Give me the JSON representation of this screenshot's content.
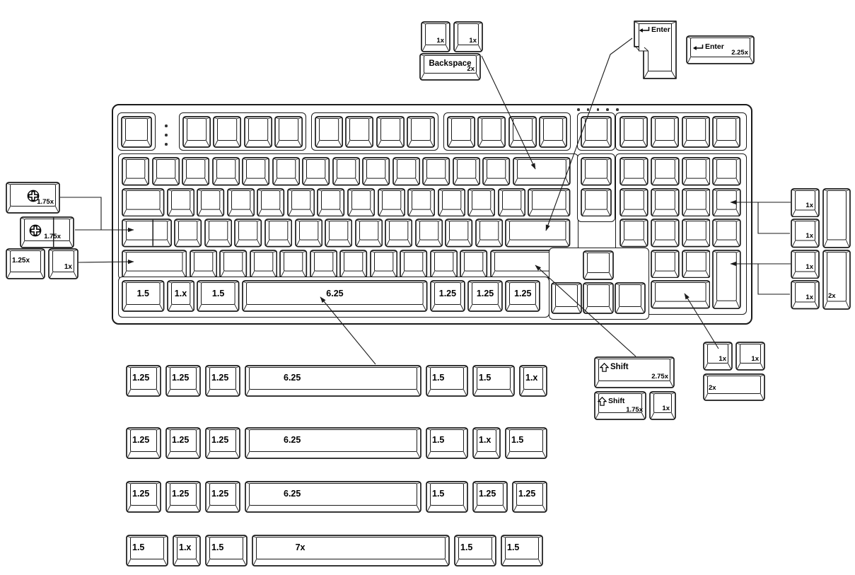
{
  "diagram": {
    "background": "#ffffff",
    "line_color": "#1a1a1a",
    "key_fill": "#ffffff"
  },
  "keyboard": {
    "bottom_row": [
      "1.5",
      "1.x",
      "1.5",
      "6.25",
      "1.25",
      "1.25",
      "1.25"
    ]
  },
  "callouts": {
    "split_backspace": {
      "left_key": "1x",
      "right_key": "1x",
      "main_label": "Backspace",
      "size": "2x"
    },
    "iso_enter": {
      "label": "Enter"
    },
    "wide_enter": {
      "label": "Enter",
      "size": "2.25x"
    },
    "caps_no_step": {
      "size": "1.75x"
    },
    "caps_stepped": {
      "size": "1.75x"
    },
    "left_mods": {
      "left_key": "1.25x",
      "right_key": "1x"
    },
    "numpad_plus": {
      "top_key": "1x",
      "bottom_key": "1x"
    },
    "numpad_enter": {
      "top_key": "1x",
      "bottom_key": "1x",
      "tall_key": "2x"
    },
    "shift_wide": {
      "label": "Shift",
      "size": "2.75x"
    },
    "shift_narrow": {
      "label": "Shift",
      "size": "1.75x",
      "side_key": "1x"
    },
    "numpad_zero": {
      "left_key": "1x",
      "right_key": "1x",
      "wide_key": "2x"
    }
  },
  "spare_rows": {
    "row1": [
      "1.25",
      "1.25",
      "1.25",
      "6.25",
      "1.5",
      "1.5",
      "1.x"
    ],
    "row2": [
      "1.25",
      "1.25",
      "1.25",
      "6.25",
      "1.5",
      "1.x",
      "1.5"
    ],
    "row3": [
      "1.25",
      "1.25",
      "1.25",
      "6.25",
      "1.5",
      "1.25",
      "1.25"
    ],
    "row4": [
      "1.5",
      "1.x",
      "1.5",
      "7x",
      "1.5",
      "1.5"
    ]
  }
}
